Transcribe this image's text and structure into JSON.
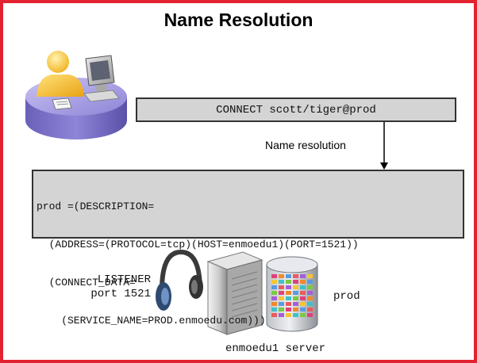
{
  "title": "Name Resolution",
  "connect_command": "CONNECT scott/tiger@prod",
  "arrow_label": "Name resolution",
  "descriptor_lines": [
    "prod =(DESCRIPTION=",
    "  (ADDRESS=(PROTOCOL=tcp)(HOST=enmoedu1)(PORT=1521))",
    "  (CONNECT_DATA=",
    "    (SERVICE_NAME=PROD.enmoedu.com)))"
  ],
  "listener": {
    "line1": "LISTENER",
    "line2": "port 1521"
  },
  "database_label": "prod",
  "server_label": "enmoedu1 server",
  "icons": [
    "user-workstation-icon",
    "headphones-icon",
    "server-tower-icon",
    "database-cylinder-icon"
  ],
  "colors": {
    "frame": "#e32230",
    "box_fill": "#d4d4d4",
    "platform": "#8f86d8",
    "person": "#f5b829"
  }
}
